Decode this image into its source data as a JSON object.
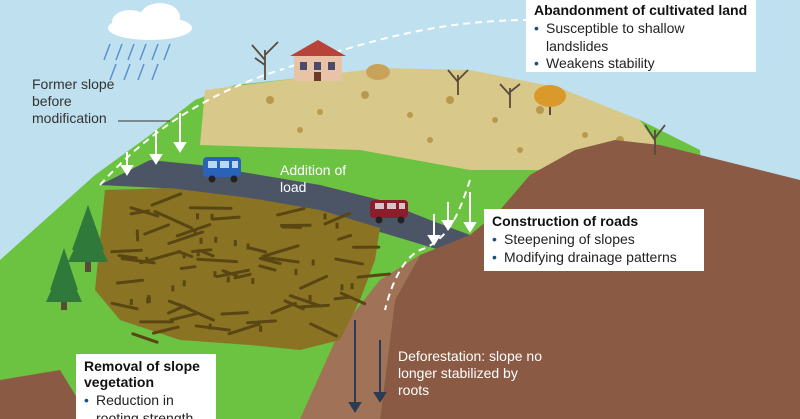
{
  "colors": {
    "sky": "#bfe0ef",
    "hill": "#6cc241",
    "field": "#d8c98a",
    "earth": "#8a5a44",
    "road": "#4c5566",
    "debris": "#8a7424",
    "van": "#2a62b7",
    "car": "#8c1d2a"
  },
  "labels": {
    "former_slope": "Former slope before modification",
    "addition_of_load": "Addition of load",
    "deforestation": "Deforestation: slope no longer stabilized by roots"
  },
  "boxes": {
    "abandonment": {
      "title": "Abandonment of cultivated land",
      "items": [
        "Susceptible to shallow landslides",
        "Weakens stability"
      ]
    },
    "roads": {
      "title": "Construction of roads",
      "items": [
        "Steepening of slopes",
        "Modifying drainage patterns"
      ]
    },
    "vegetation": {
      "title": "Removal of slope vegetation",
      "items": [
        "Reduction in rooting strength"
      ]
    }
  },
  "icons": [
    "rain-cloud-icon",
    "house-icon",
    "tree-icon",
    "van-icon",
    "car-icon",
    "down-arrow-icon"
  ]
}
